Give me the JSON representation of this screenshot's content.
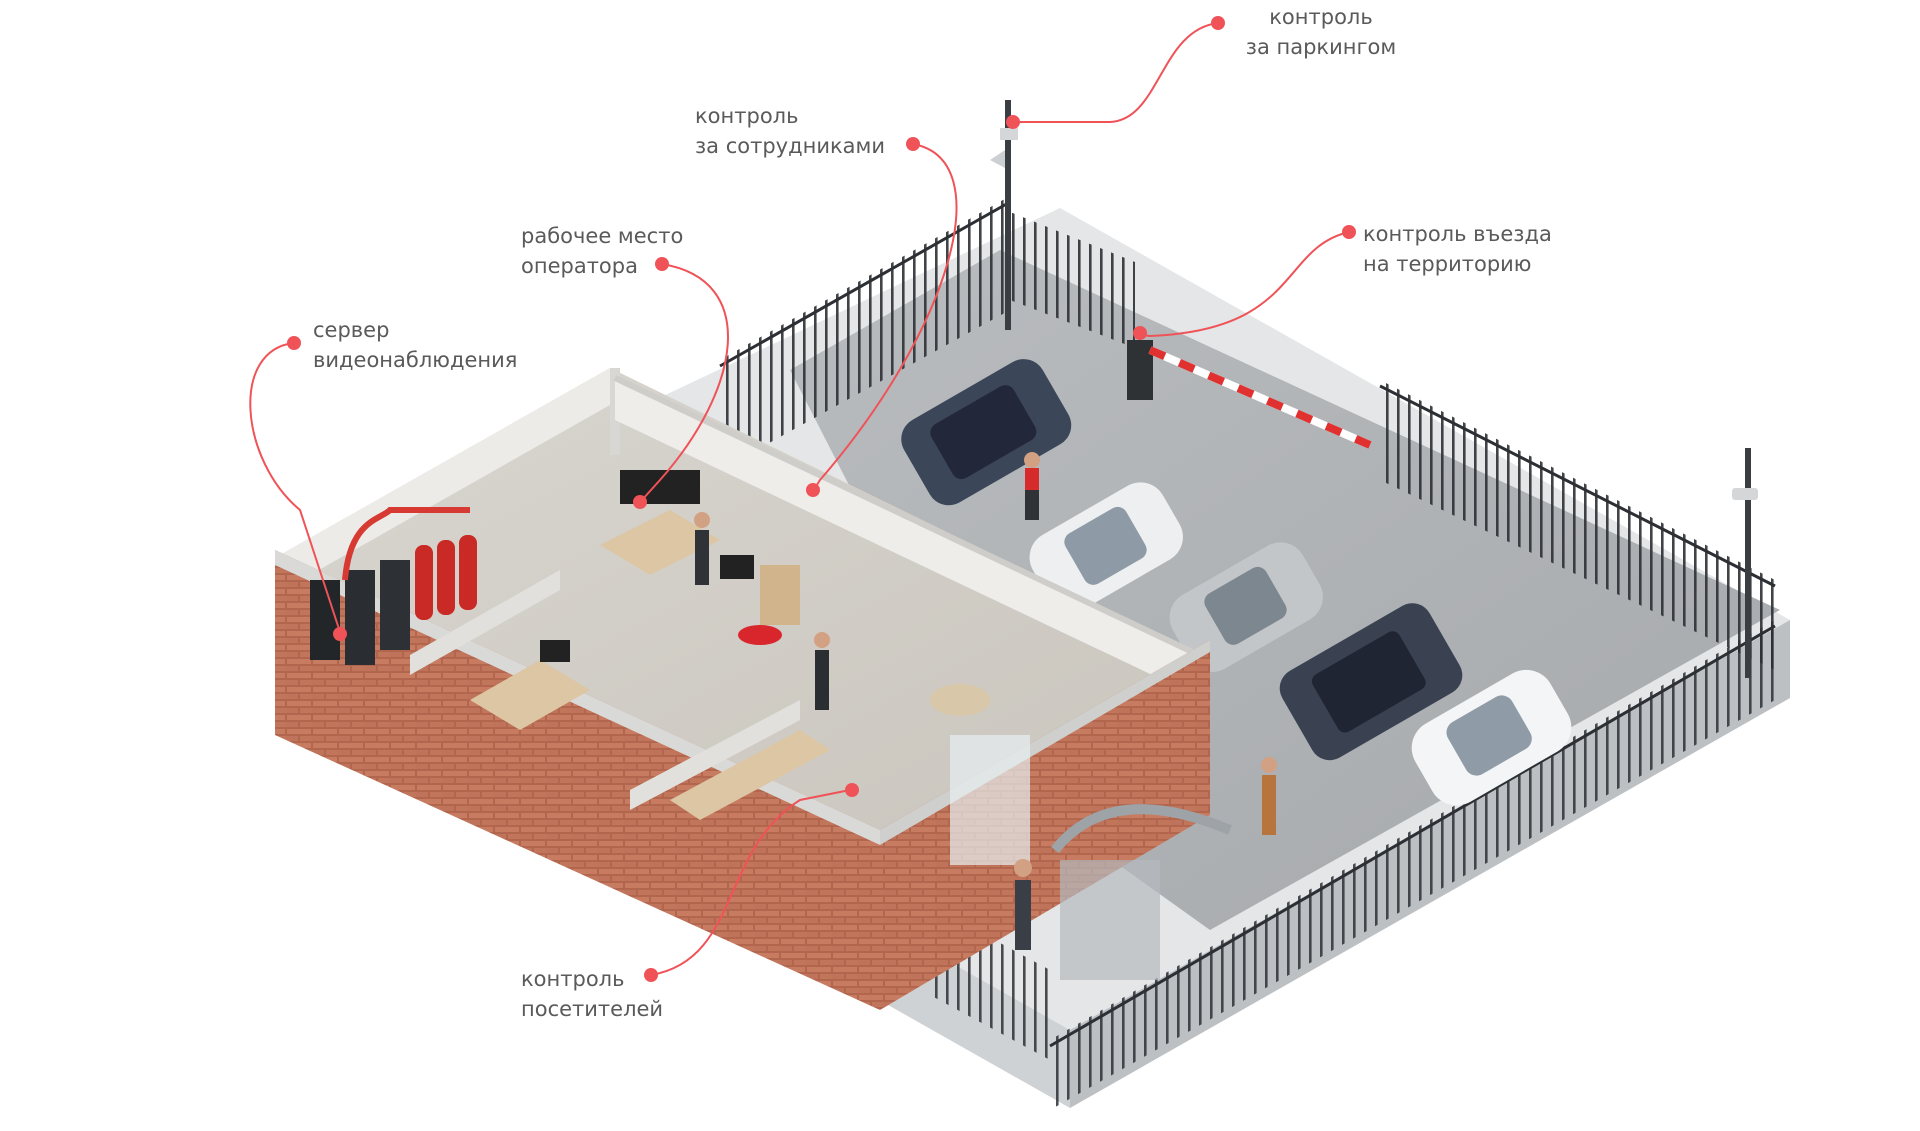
{
  "accent_color": "#ef5358",
  "callouts": [
    {
      "id": "parking",
      "line1": "контроль",
      "line2": "за паркингом"
    },
    {
      "id": "staff",
      "line1": "контроль",
      "line2": "за сотрудниками"
    },
    {
      "id": "entry",
      "line1": "контроль въезда",
      "line2": "на территорию"
    },
    {
      "id": "operator",
      "line1": "рабочее место",
      "line2": "оператора"
    },
    {
      "id": "server",
      "line1": "сервер",
      "line2": "видеонаблюдения"
    },
    {
      "id": "visitors",
      "line1": "контроль",
      "line2": "посетителей"
    }
  ]
}
